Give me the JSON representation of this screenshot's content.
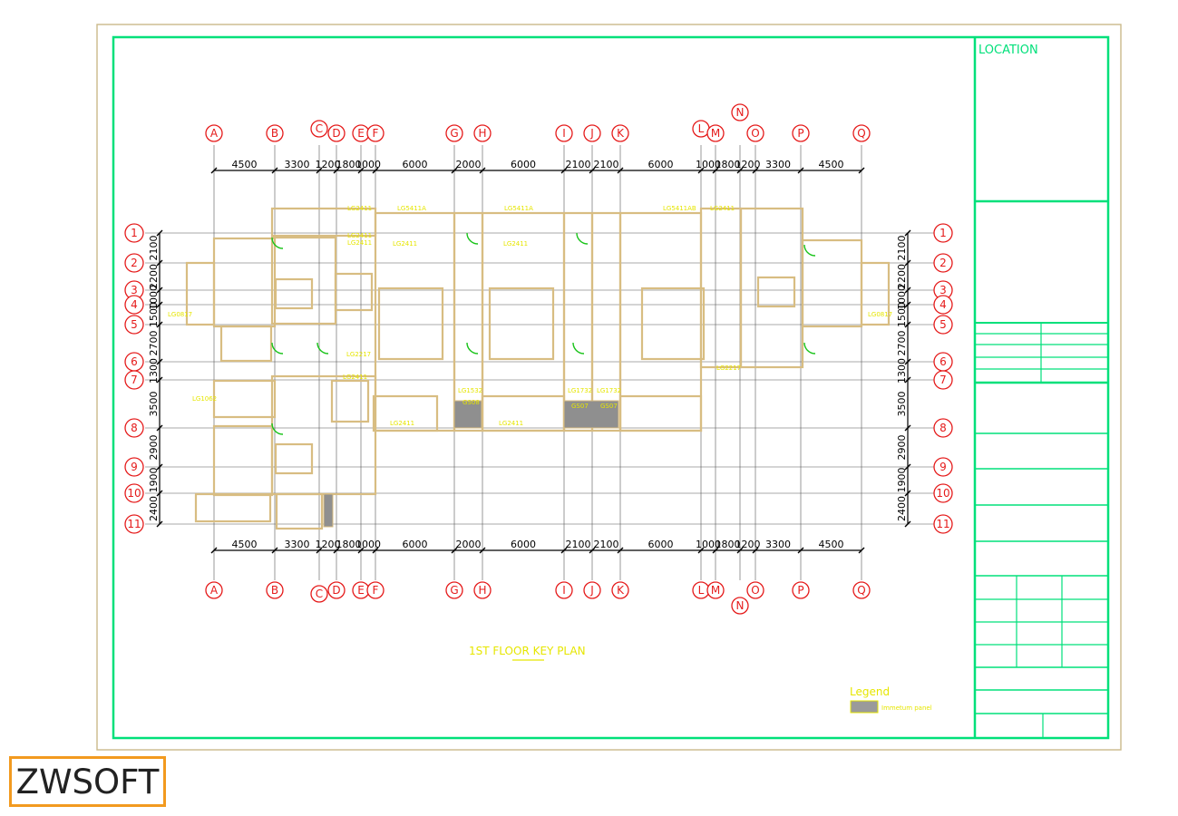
{
  "drawing": {
    "title": "1ST FLOOR KEY PLAN",
    "location_label": "LOCATION",
    "legend": {
      "heading": "Legend",
      "item": "Immetum panel"
    },
    "colors": {
      "frame_outer": "#cbb98a",
      "frame_inner": "#00e07a",
      "wall": "#d8bd82",
      "axis": "#e51b1b",
      "tag": "#e6e600",
      "door": "#19c319",
      "grid": "#555555",
      "dim": "#000000"
    }
  },
  "axes_cols": [
    {
      "label": "A",
      "stagger": "normal"
    },
    {
      "label": "B",
      "stagger": "normal"
    },
    {
      "label": "C",
      "stagger": "up-top-down-bottom"
    },
    {
      "label": "D",
      "stagger": "normal"
    },
    {
      "label": "E",
      "stagger": "normal"
    },
    {
      "label": "F",
      "stagger": "normal"
    },
    {
      "label": "G",
      "stagger": "normal"
    },
    {
      "label": "H",
      "stagger": "normal"
    },
    {
      "label": "I",
      "stagger": "normal"
    },
    {
      "label": "J",
      "stagger": "normal"
    },
    {
      "label": "K",
      "stagger": "normal"
    },
    {
      "label": "L",
      "stagger": "up-top-normal-bottom"
    },
    {
      "label": "M",
      "stagger": "normal"
    },
    {
      "label": "N",
      "stagger": "far-top-far-bottom"
    },
    {
      "label": "O",
      "stagger": "normal"
    },
    {
      "label": "P",
      "stagger": "normal"
    },
    {
      "label": "Q",
      "stagger": "normal"
    }
  ],
  "col_dims": [
    "4500",
    "3300",
    "1200",
    "1800",
    "1000",
    "6000",
    "2000",
    "6000",
    "2100",
    "2100",
    "6000",
    "1000",
    "1800",
    "1200",
    "3300",
    "4500"
  ],
  "axes_rows": [
    "1",
    "2",
    "3",
    "4",
    "5",
    "6",
    "7",
    "8",
    "9",
    "10",
    "11"
  ],
  "row_dims": [
    "2100",
    "2200",
    "1000",
    "1500",
    "2700",
    "1300",
    "3500",
    "2900",
    "1900",
    "2400"
  ],
  "room_tags": [
    "LG2411",
    "LG5411A",
    "LG5411A",
    "LG5411AB",
    "LG2411",
    "LG2411",
    "LG2411",
    "LG2411",
    "LG0817",
    "LG0817",
    "LG2217",
    "LG2217",
    "LG2411",
    "LG1062",
    "LG1532",
    "GS08",
    "LG1732",
    "LG1732",
    "GS07",
    "GS07",
    "LG2411",
    "LG2411",
    "LG2411"
  ],
  "logo": {
    "text": "ZWSOFT"
  }
}
